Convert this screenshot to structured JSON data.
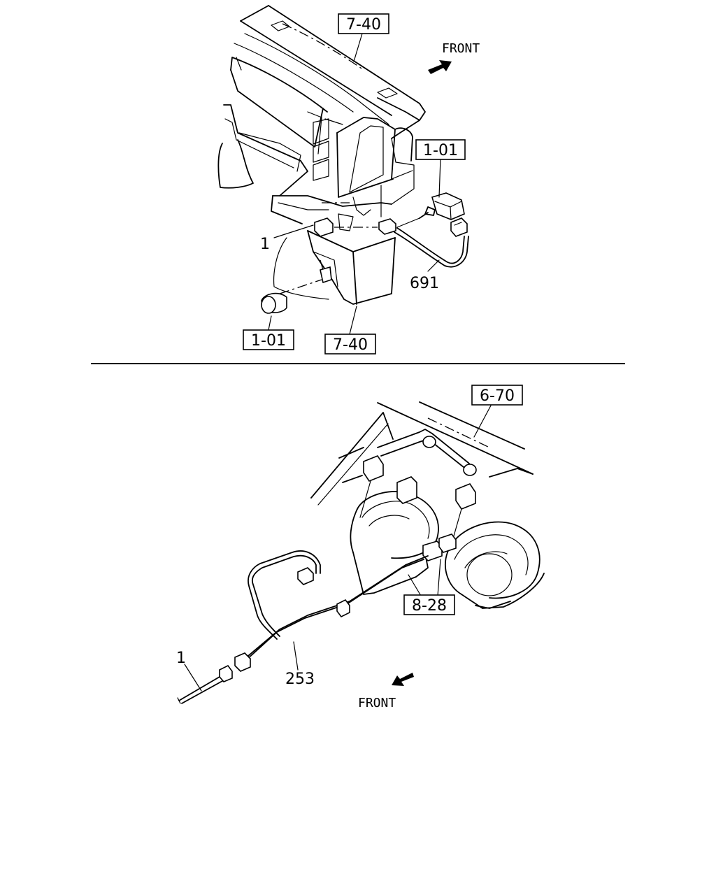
{
  "upper": {
    "front_label": "FRONT",
    "refs": {
      "top": "7-40",
      "switch": "1-01",
      "knob": "1-01",
      "bottom": "7-40"
    },
    "parts": {
      "wire": "691",
      "item": "1"
    }
  },
  "lower": {
    "front_label": "FRONT",
    "refs": {
      "top": "6-70",
      "bracket": "8-28"
    },
    "parts": {
      "harness": "253",
      "item": "1"
    }
  },
  "colors": {
    "ink": "#000000",
    "paper": "#ffffff"
  }
}
